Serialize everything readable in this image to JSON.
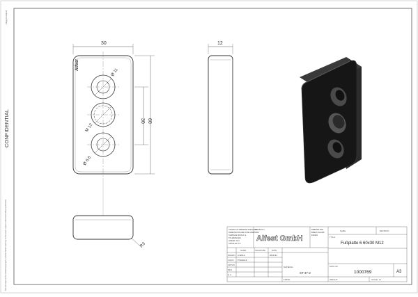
{
  "sheet": {
    "confidential_label": "CONFIDENTIAL",
    "side_note_top": "Plugg fomtak A4",
    "side_note_bottom": "This document is the intellectual property of Alfest GmbH and may not be used, copied or disclosed without permission."
  },
  "front_view": {
    "dim_width": "30",
    "dim_height_inner": "30",
    "dim_height_outer": "60",
    "hole_top_label": "Ø 11",
    "thread_label": "M 12",
    "hole_bottom_label": "Ø 6.6",
    "logo_text": "Alfest"
  },
  "side_view": {
    "dim_thickness": "12"
  },
  "bottom_view": {
    "radius_label": "R3"
  },
  "title_block": {
    "notes_text": "UNLESS OTHERWISE SPECIFIED: DIMENSIONS ARE IN MILLIMETERS SURFACE FINISH: ra TOLERANCES: LINEAR: ±0.2 ANGULAR: ±1°",
    "company_label": "COMPANY",
    "company_name": "Alfest GmbH",
    "debur_note": "DEBURR AND BREAK SHARP EDGES",
    "name_label": "NAME",
    "signature_label": "SIGNATURE",
    "date_label": "DATE",
    "revision_label": "REVISION",
    "title_label": "TITLE:",
    "part_title": "Fußplatte 6 60x30 M12",
    "row_drawn": "DRAWN",
    "row_checked": "CHK'D",
    "row_approved": "APPV'D",
    "row_mfg": "MFG",
    "row_qa": "Q.A.",
    "drawn_name": "A.WOLK",
    "checked_name": "P.SCHULZ",
    "drawn_date": "28.06.21",
    "material_label": "MATERIAL:",
    "material_value": "ST 37-2",
    "dwg_label": "DWG NO.",
    "dwg_no": "1000769",
    "size_label": "A3",
    "weight_label": "WEIGHT:",
    "scale_label": "SCALE: 1:1",
    "sheet_label": "SHEET 1 OF 1",
    "finish_label": "FINISH:"
  }
}
